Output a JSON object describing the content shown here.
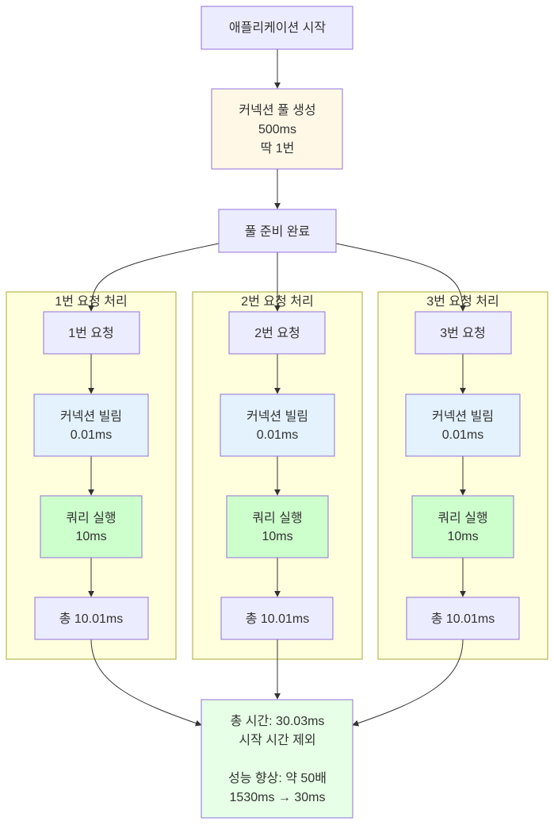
{
  "diagram": {
    "start": {
      "label": "애플리케이션 시작"
    },
    "pool_create": {
      "lines": [
        "커넥션 풀 생성",
        "500ms",
        "딱 1번"
      ]
    },
    "pool_ready": {
      "label": "풀 준비 완료"
    },
    "clusters": [
      {
        "title": "1번 요청 처리",
        "request": "1번 요청",
        "borrow": [
          "커넥션 빌림",
          "0.01ms"
        ],
        "query": [
          "쿼리 실행",
          "10ms"
        ],
        "total": "총 10.01ms"
      },
      {
        "title": "2번 요청 처리",
        "request": "2번 요청",
        "borrow": [
          "커넥션 빌림",
          "0.01ms"
        ],
        "query": [
          "쿼리 실행",
          "10ms"
        ],
        "total": "총 10.01ms"
      },
      {
        "title": "3번 요청 처리",
        "request": "3번 요청",
        "borrow": [
          "커넥션 빌림",
          "0.01ms"
        ],
        "query": [
          "쿼리 실행",
          "10ms"
        ],
        "total": "총 10.01ms"
      }
    ],
    "summary": {
      "lines": [
        "총 시간: 30.03ms",
        "시작 시간 제외",
        "",
        "성능 향상: 약 50배",
        "1530ms → 30ms"
      ]
    }
  },
  "colors": {
    "default_fill": "#ececff",
    "default_stroke": "#9370db",
    "pool_create_fill": "#fff8e7",
    "borrow_fill": "#e3f2fd",
    "query_fill": "#ccffcc",
    "summary_fill": "#e6ffe6",
    "cluster_fill": "#ffffde",
    "cluster_stroke": "#aaaa33"
  }
}
